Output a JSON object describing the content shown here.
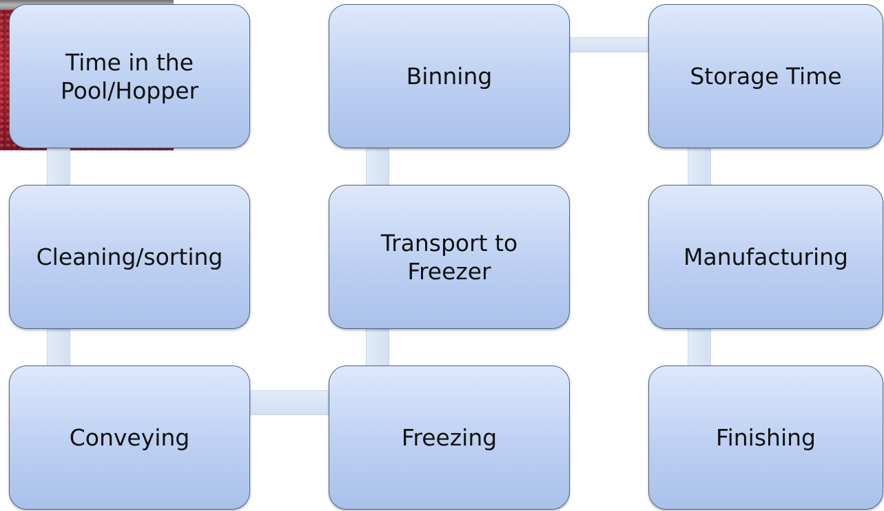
{
  "diagram": {
    "steps": [
      {
        "id": "time-in-pool",
        "label": "Time in the\nPool/Hopper"
      },
      {
        "id": "cleaning-sorting",
        "label": "Cleaning/sorting"
      },
      {
        "id": "conveying",
        "label": "Conveying"
      },
      {
        "id": "freezing",
        "label": "Freezing"
      },
      {
        "id": "transport-to-freezer",
        "label": "Transport to\nFreezer"
      },
      {
        "id": "binning",
        "label": "Binning"
      },
      {
        "id": "storage-time",
        "label": "Storage Time"
      },
      {
        "id": "manufacturing",
        "label": "Manufacturing"
      },
      {
        "id": "finishing",
        "label": "Finishing"
      }
    ],
    "colors": {
      "box_fill_top": "#dde8fc",
      "box_fill_bottom": "#a9c1ea",
      "box_border": "#4f6280",
      "connector": "#d8e3f5",
      "photo_red": "#b3283a"
    }
  }
}
